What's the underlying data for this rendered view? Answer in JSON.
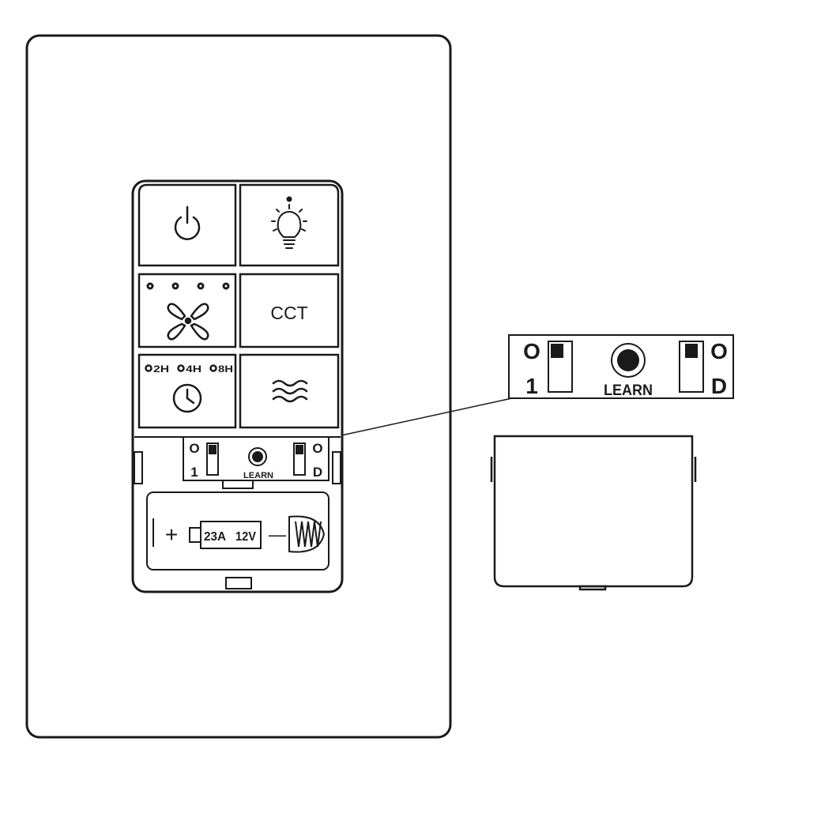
{
  "keypad": {
    "cct_label": "CCT",
    "timer": {
      "t1": "2H",
      "t2": "4H",
      "t3": "8H"
    }
  },
  "dip_small": {
    "left_top": "O",
    "left_bottom": "1",
    "right_top": "O",
    "right_bottom": "D",
    "learn": "LEARN"
  },
  "battery": {
    "plus": "+",
    "type": "23A",
    "voltage": "12V",
    "minus": "—"
  },
  "dip_zoom": {
    "left_top": "O",
    "left_bottom": "1",
    "right_top": "O",
    "right_bottom": "D",
    "learn": "LEARN"
  },
  "colors": {
    "line": "#1a1a1a",
    "background": "#ffffff"
  }
}
